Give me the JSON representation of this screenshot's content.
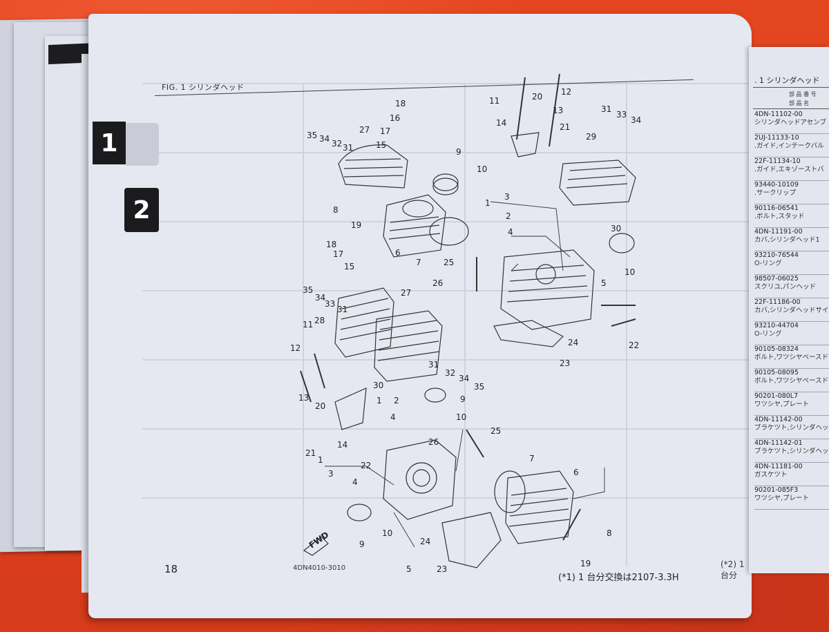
{
  "page": {
    "figure_title": "FIG. 1  シリンダヘッド",
    "page_number": "18",
    "figure_code": "4DN4010-3010",
    "footnote": "(*1) 1 台分交換は2107-3.3H",
    "footnote_right": "(*2) 1 台分",
    "tabs": [
      "1",
      "2"
    ]
  },
  "diagram": {
    "fwd_label": "FWD",
    "callouts": {
      "c1a": "1",
      "c1b": "1",
      "c1c": "1",
      "c2a": "2",
      "c2b": "2",
      "c3a": "3",
      "c3b": "3",
      "c4a": "4",
      "c4b": "4",
      "c4c": "4",
      "c5a": "5",
      "c5b": "5",
      "c6a": "6",
      "c6b": "6",
      "c7a": "7",
      "c7b": "7",
      "c8a": "8",
      "c8b": "8",
      "c9a": "9",
      "c9b": "9",
      "c9c": "9",
      "c9d": "9",
      "c10a": "10",
      "c10b": "10",
      "c10c": "10",
      "c10d": "10",
      "c11a": "11",
      "c11b": "11",
      "c12a": "12",
      "c12b": "12",
      "c13a": "13",
      "c13b": "13",
      "c14a": "14",
      "c14b": "14",
      "c15a": "15",
      "c15b": "15",
      "c16a": "16",
      "c17a": "17",
      "c17b": "17",
      "c18a": "18",
      "c18b": "18",
      "c19a": "19",
      "c19b": "19",
      "c20a": "20",
      "c20b": "20",
      "c21a": "21",
      "c21b": "21",
      "c22a": "22",
      "c22b": "22",
      "c23a": "23",
      "c23b": "23",
      "c24a": "24",
      "c24b": "24",
      "c25a": "25",
      "c25b": "25",
      "c26a": "26",
      "c26b": "26",
      "c27a": "27",
      "c27b": "27",
      "c28a": "28",
      "c29a": "29",
      "c30a": "30",
      "c30b": "30",
      "c31a": "31",
      "c31b": "31",
      "c31c": "31",
      "c31d": "31",
      "c32a": "32",
      "c32b": "32",
      "c33a": "33",
      "c33b": "33",
      "c34a": "34",
      "c34b": "34",
      "c34c": "34",
      "c35a": "35",
      "c35b": "35",
      "c35c": "35"
    }
  },
  "right_page": {
    "header": ". 1  シリンダヘッド",
    "col_head_1": "部 品 番 号",
    "col_head_2": "部 品 名",
    "parts": [
      {
        "no": "4DN-11102-00",
        "desc": "シリンダヘッドアセンブ"
      },
      {
        "no": "2UJ-11133-10",
        "desc": ".ガイド,インテークバル"
      },
      {
        "no": "22F-11134-10",
        "desc": ".ガイド,エキゾーストバ"
      },
      {
        "no": "93440-10109",
        "desc": ".サークリップ"
      },
      {
        "no": "90116-06541",
        "desc": ".ボルト,スタッド"
      },
      {
        "no": "4DN-11191-00",
        "desc": "カバ,シリンダヘッド1"
      },
      {
        "no": "93210-76544",
        "desc": "O-リング"
      },
      {
        "no": "98507-06025",
        "desc": "スクリユ,パンヘッド"
      },
      {
        "no": "22F-11186-00",
        "desc": "カバ,シリンダヘッドサイ"
      },
      {
        "no": "93210-44704",
        "desc": "O-リング"
      },
      {
        "no": "90105-08324",
        "desc": "ボルト,ワツシヤベースド"
      },
      {
        "no": "90105-08095",
        "desc": "ボルト,ワツシヤベースド"
      },
      {
        "no": "90201-080L7",
        "desc": "ワツシヤ,プレート"
      },
      {
        "no": "4DN-11142-00",
        "desc": "ブラケツト,シリンダヘッド"
      },
      {
        "no": "4DN-11142-01",
        "desc": "ブラケツト,シリンダヘッド"
      },
      {
        "no": "4DN-11181-00",
        "desc": "ガスケツト"
      },
      {
        "no": "90201-085F3",
        "desc": "ワツシヤ,プレート"
      }
    ]
  },
  "colors": {
    "tarp": "#e2401f",
    "page": "#e6e8f1",
    "ink": "#222222",
    "tab": "#1b1b1e"
  }
}
